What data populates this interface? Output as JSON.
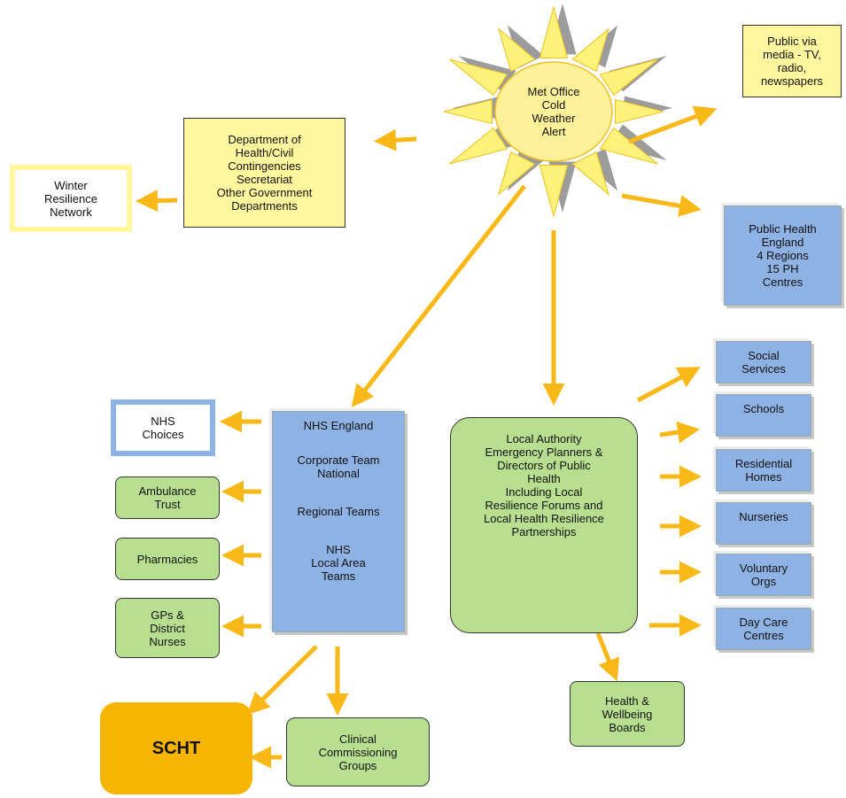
{
  "colors": {
    "arrow": "#f8b817",
    "yellow_box": "#fff79e",
    "green_box": "#b8df8f",
    "blue_box": "#8eb2e4",
    "scht": "#f8b500",
    "sun_fill": "#fff19a",
    "sun_ray": "#fff27a",
    "sun_shadow": "#9c9c9c"
  },
  "nodes": {
    "met_office": "Met Office\nCold\nWeather\nAlert",
    "public_media": "Public via\nmedia - TV,\nradio,\nnewspapers",
    "doh": "Department of\nHealth/Civil\nContingencies\nSecretariat\nOther Government\nDepartments",
    "winter": "Winter\nResilience\nNetwork",
    "phe": "Public Health\nEngland\n4 Regions\n15 PH\nCentres",
    "nhs_england": {
      "title": "NHS England",
      "corporate": "Corporate Team\nNational",
      "regional": "Regional Teams",
      "local": "NHS\nLocal Area\nTeams"
    },
    "nhs_choices": "NHS\nChoices",
    "ambulance": "Ambulance\nTrust",
    "pharmacies": "Pharmacies",
    "gps": "GPs &\nDistrict\nNurses",
    "local_authority": "Local Authority\nEmergency Planners &\nDirectors of Public\nHealth\nIncluding Local\nResilience Forums and\nLocal Health Resilience\nPartnerships",
    "social_services": "Social\nServices",
    "schools": "Schools",
    "residential": "Residential\nHomes",
    "nurseries": "Nurseries",
    "voluntary": "Voluntary\nOrgs",
    "daycare": "Day Care\nCentres",
    "hwb": "Health &\nWellbeing\nBoards",
    "scht": "SCHT",
    "ccg": "Clinical\nCommissioning\nGroups"
  }
}
